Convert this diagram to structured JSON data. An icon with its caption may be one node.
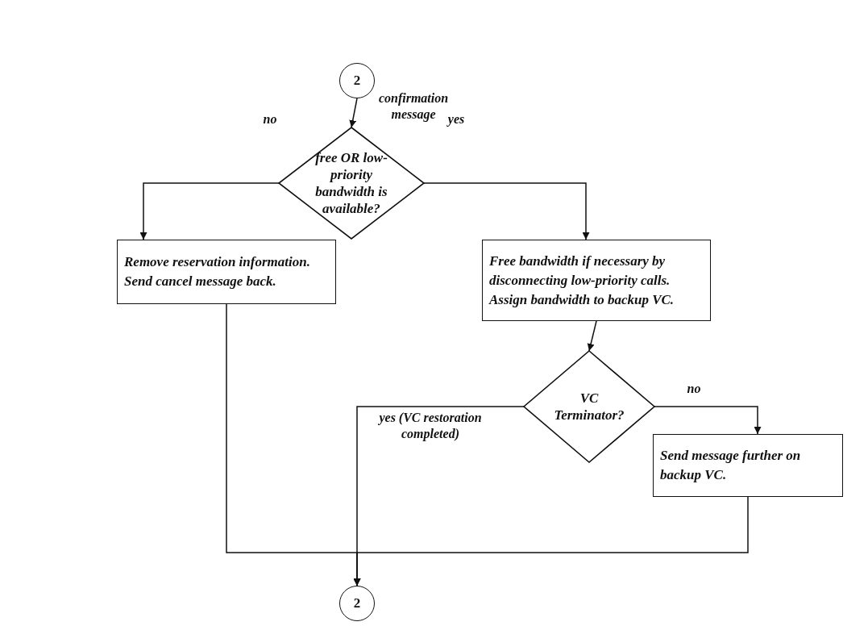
{
  "diagram": {
    "nodes": [
      {
        "text": [
          "2"
        ]
      },
      {
        "text": [
          "free OR low-priority bandwidth is available?"
        ]
      },
      {
        "text": [
          "Remove reservation information. Send cancel message back."
        ]
      },
      {
        "text": [
          "Free bandwidth if necessary by disconnecting low-priority calls. Assign bandwidth to backup VC."
        ]
      },
      {
        "text": [
          "VC Terminator?"
        ]
      },
      {
        "text": [
          "Send message further on backup VC."
        ]
      },
      {
        "text": [
          "2"
        ]
      }
    ],
    "edges": [
      {
        "from": 0,
        "to": 1,
        "arrow": "to",
        "label": "confirmation message"
      },
      {
        "from": 1,
        "to": 2,
        "arrow": "to",
        "label": "no"
      },
      {
        "from": 1,
        "to": 3,
        "arrow": "to",
        "label": "yes"
      },
      {
        "from": 3,
        "to": 4,
        "arrow": "to"
      },
      {
        "from": 4,
        "to": 5,
        "arrow": "to",
        "label": "no"
      },
      {
        "from": 4,
        "to": 6,
        "arrow": "to",
        "label": "yes (VC restoration completed)"
      },
      {
        "from": 2,
        "to": 6,
        "arrow": "to"
      },
      {
        "from": 5,
        "to": 6,
        "arrow": "to"
      }
    ]
  }
}
